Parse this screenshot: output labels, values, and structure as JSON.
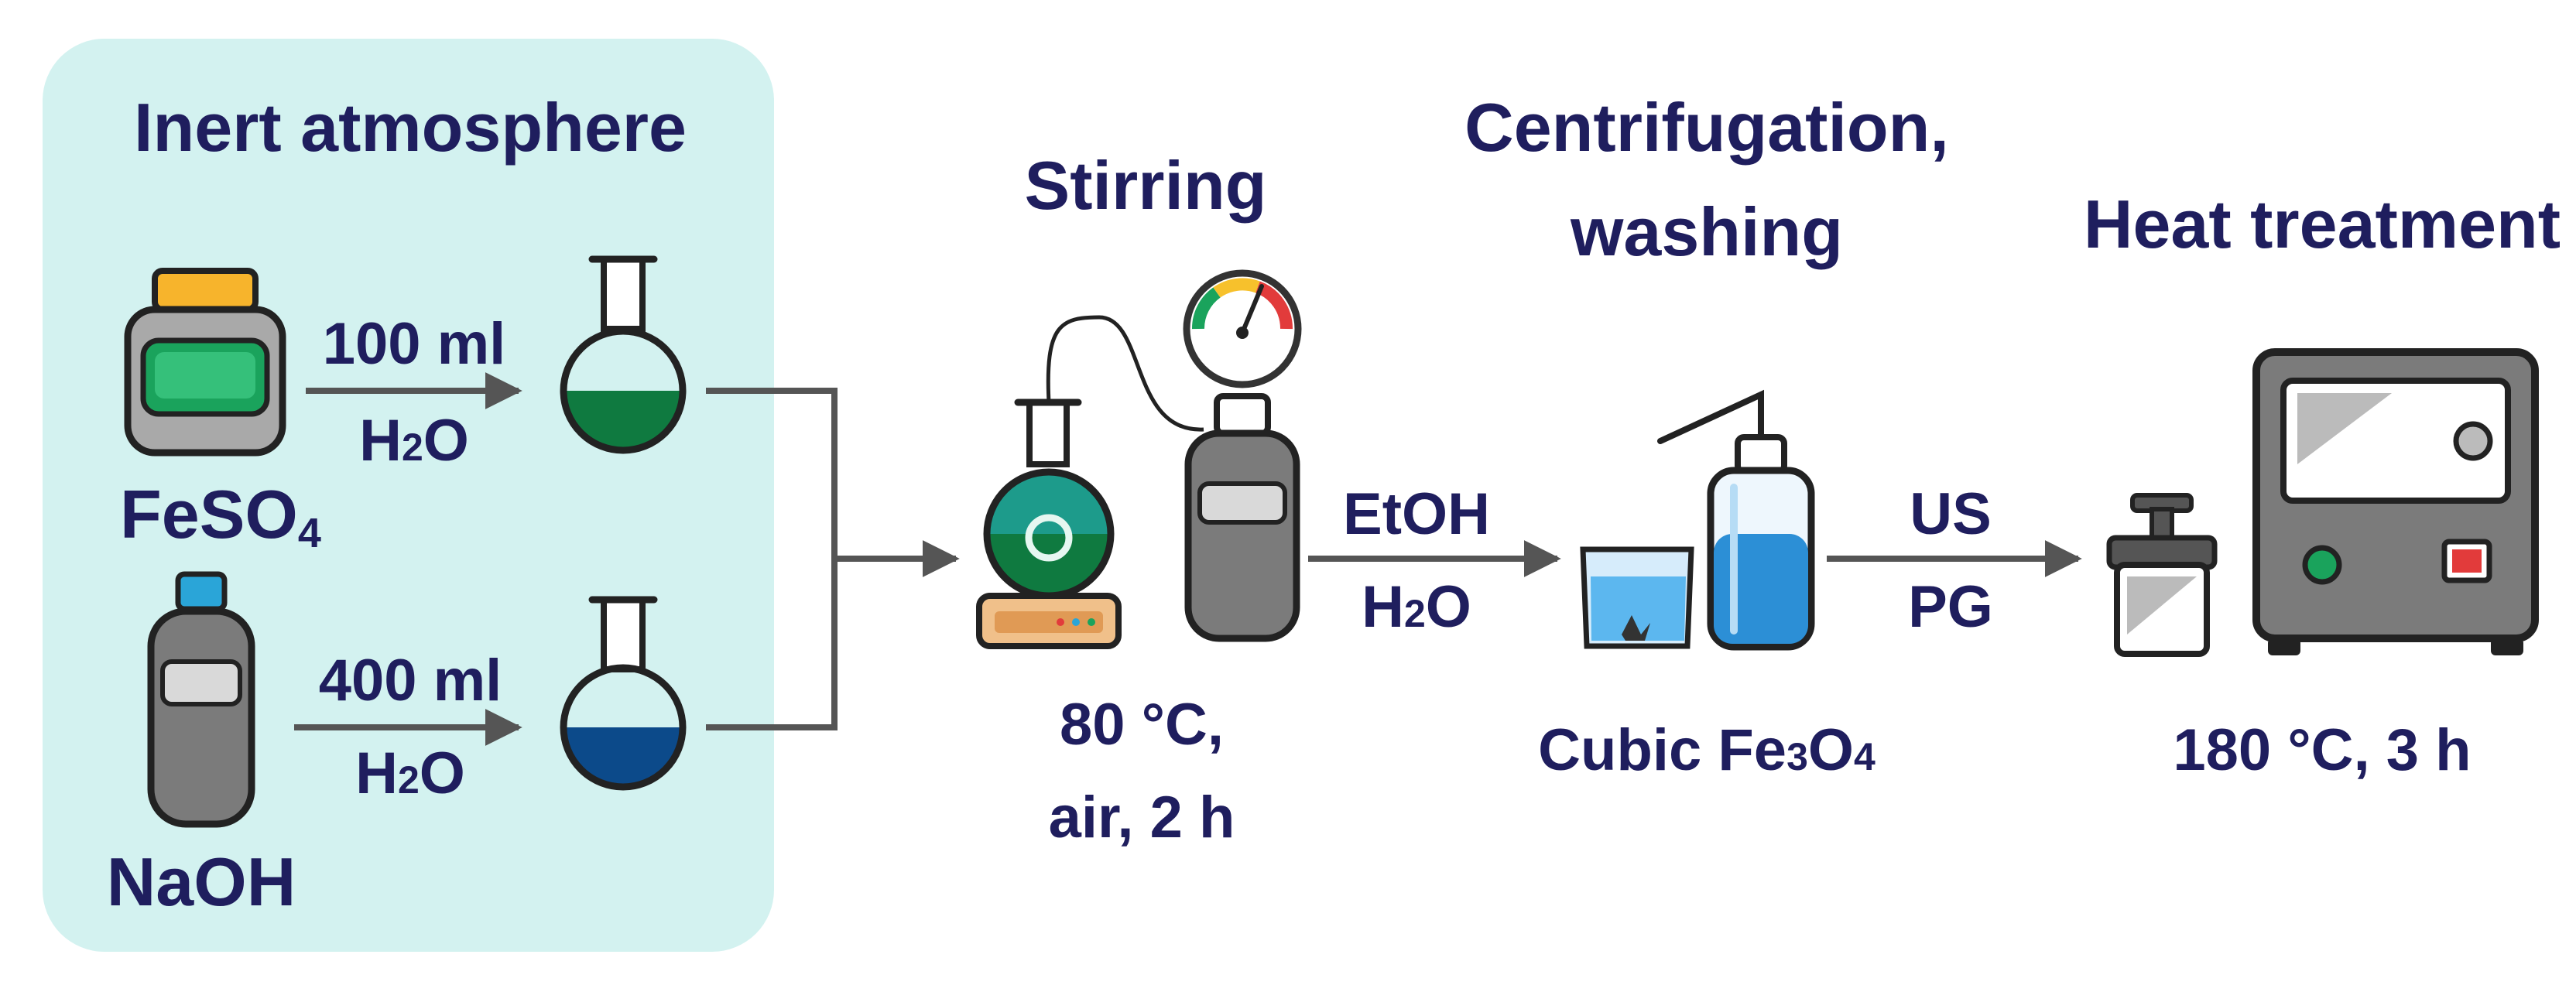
{
  "panel": {
    "title": "Inert atmosphere",
    "color": "#d3f2f0"
  },
  "reagents": {
    "feso4": {
      "label_main": "FeSO",
      "label_sub": "4",
      "volume": "100 ml",
      "solvent_main": "H",
      "solvent_sub": "2",
      "solvent_end": "O",
      "solution_color": "#0f7a40"
    },
    "naoh": {
      "label": "NaOH",
      "volume": "400 ml",
      "solvent_main": "H",
      "solvent_sub": "2",
      "solvent_end": "O",
      "solution_color": "#0c4a8a"
    }
  },
  "stirring": {
    "title": "Stirring",
    "condition_line1": "80 °C,",
    "condition_line2": "air, 2 h"
  },
  "step2_arrow": {
    "line1": "EtOH",
    "line2_main": "H",
    "line2_sub": "2",
    "line2_end": "O"
  },
  "centrifugation": {
    "title_line1": "Centrifugation,",
    "title_line2": "washing",
    "product_main": "Cubic Fe",
    "product_sub1": "3",
    "product_mid": "O",
    "product_sub2": "4"
  },
  "step3_arrow": {
    "line1": "US",
    "line2": "PG"
  },
  "heat": {
    "title": "Heat treatment",
    "condition": "180 °C, 3 h"
  },
  "colors": {
    "text": "#1f1e5e",
    "arrow": "#555555",
    "outline": "#222222",
    "cap_orange": "#f7b42c",
    "cap_blue": "#2aa5d8",
    "green_label": "#1aa35c",
    "wash_blue": "#2c8fd6"
  }
}
